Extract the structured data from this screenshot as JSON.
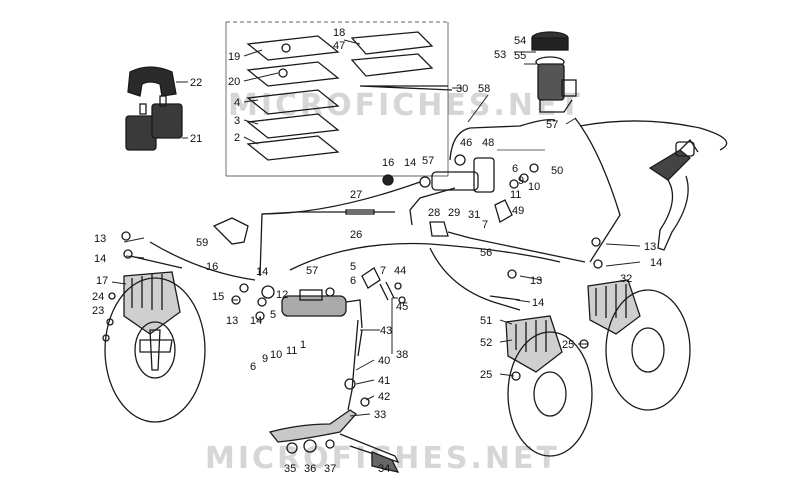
{
  "watermarks": [
    "MICROFICHES.NET",
    "MICROFICHES.NET"
  ],
  "callouts": [
    {
      "id": "c22",
      "text": "22"
    },
    {
      "id": "c21",
      "text": "21"
    },
    {
      "id": "c18",
      "text": "18"
    },
    {
      "id": "c47",
      "text": "47"
    },
    {
      "id": "c19",
      "text": "19"
    },
    {
      "id": "c20",
      "text": "20"
    },
    {
      "id": "c4",
      "text": "4"
    },
    {
      "id": "c3",
      "text": "3"
    },
    {
      "id": "c2",
      "text": "2"
    },
    {
      "id": "c30",
      "text": "30"
    },
    {
      "id": "c58",
      "text": "58"
    },
    {
      "id": "c54",
      "text": "54"
    },
    {
      "id": "c53",
      "text": "53"
    },
    {
      "id": "c55",
      "text": "55"
    },
    {
      "id": "c57a",
      "text": "57"
    },
    {
      "id": "c16a",
      "text": "16"
    },
    {
      "id": "c14a",
      "text": "14"
    },
    {
      "id": "c57b",
      "text": "57"
    },
    {
      "id": "c46",
      "text": "46"
    },
    {
      "id": "c48",
      "text": "48"
    },
    {
      "id": "c6a",
      "text": "6"
    },
    {
      "id": "c9a",
      "text": "9"
    },
    {
      "id": "c50",
      "text": "50"
    },
    {
      "id": "c10a",
      "text": "10"
    },
    {
      "id": "c11a",
      "text": "11"
    },
    {
      "id": "c49",
      "text": "49"
    },
    {
      "id": "c27",
      "text": "27"
    },
    {
      "id": "c28",
      "text": "28"
    },
    {
      "id": "c29",
      "text": "29"
    },
    {
      "id": "c31",
      "text": "31"
    },
    {
      "id": "c7a",
      "text": "7"
    },
    {
      "id": "c26",
      "text": "26"
    },
    {
      "id": "c13a",
      "text": "13"
    },
    {
      "id": "c14b",
      "text": "14"
    },
    {
      "id": "c59",
      "text": "59"
    },
    {
      "id": "c16b",
      "text": "16"
    },
    {
      "id": "c17",
      "text": "17"
    },
    {
      "id": "c14c",
      "text": "14"
    },
    {
      "id": "c57c",
      "text": "57"
    },
    {
      "id": "c5a",
      "text": "5"
    },
    {
      "id": "c6b",
      "text": "6"
    },
    {
      "id": "c7b",
      "text": "7"
    },
    {
      "id": "c44",
      "text": "44"
    },
    {
      "id": "c13b",
      "text": "13"
    },
    {
      "id": "c14d",
      "text": "14"
    },
    {
      "id": "c32",
      "text": "32"
    },
    {
      "id": "c24",
      "text": "24"
    },
    {
      "id": "c23",
      "text": "23"
    },
    {
      "id": "c15",
      "text": "15"
    },
    {
      "id": "c12",
      "text": "12"
    },
    {
      "id": "c13c",
      "text": "13"
    },
    {
      "id": "c14e",
      "text": "14"
    },
    {
      "id": "c5b",
      "text": "5"
    },
    {
      "id": "c43",
      "text": "43"
    },
    {
      "id": "c45",
      "text": "45"
    },
    {
      "id": "c56",
      "text": "56"
    },
    {
      "id": "c13d",
      "text": "13"
    },
    {
      "id": "c14f",
      "text": "14"
    },
    {
      "id": "c51",
      "text": "51"
    },
    {
      "id": "c52",
      "text": "52"
    },
    {
      "id": "c25a",
      "text": "25"
    },
    {
      "id": "c6c",
      "text": "6"
    },
    {
      "id": "c9b",
      "text": "9"
    },
    {
      "id": "c10b",
      "text": "10"
    },
    {
      "id": "c11b",
      "text": "11"
    },
    {
      "id": "c1",
      "text": "1"
    },
    {
      "id": "c38",
      "text": "38"
    },
    {
      "id": "c40",
      "text": "40"
    },
    {
      "id": "c41",
      "text": "41"
    },
    {
      "id": "c42",
      "text": "42"
    },
    {
      "id": "c25b",
      "text": "25"
    },
    {
      "id": "c33",
      "text": "33"
    },
    {
      "id": "c35",
      "text": "35"
    },
    {
      "id": "c36",
      "text": "36"
    },
    {
      "id": "c37",
      "text": "37"
    },
    {
      "id": "c34",
      "text": "34"
    }
  ]
}
